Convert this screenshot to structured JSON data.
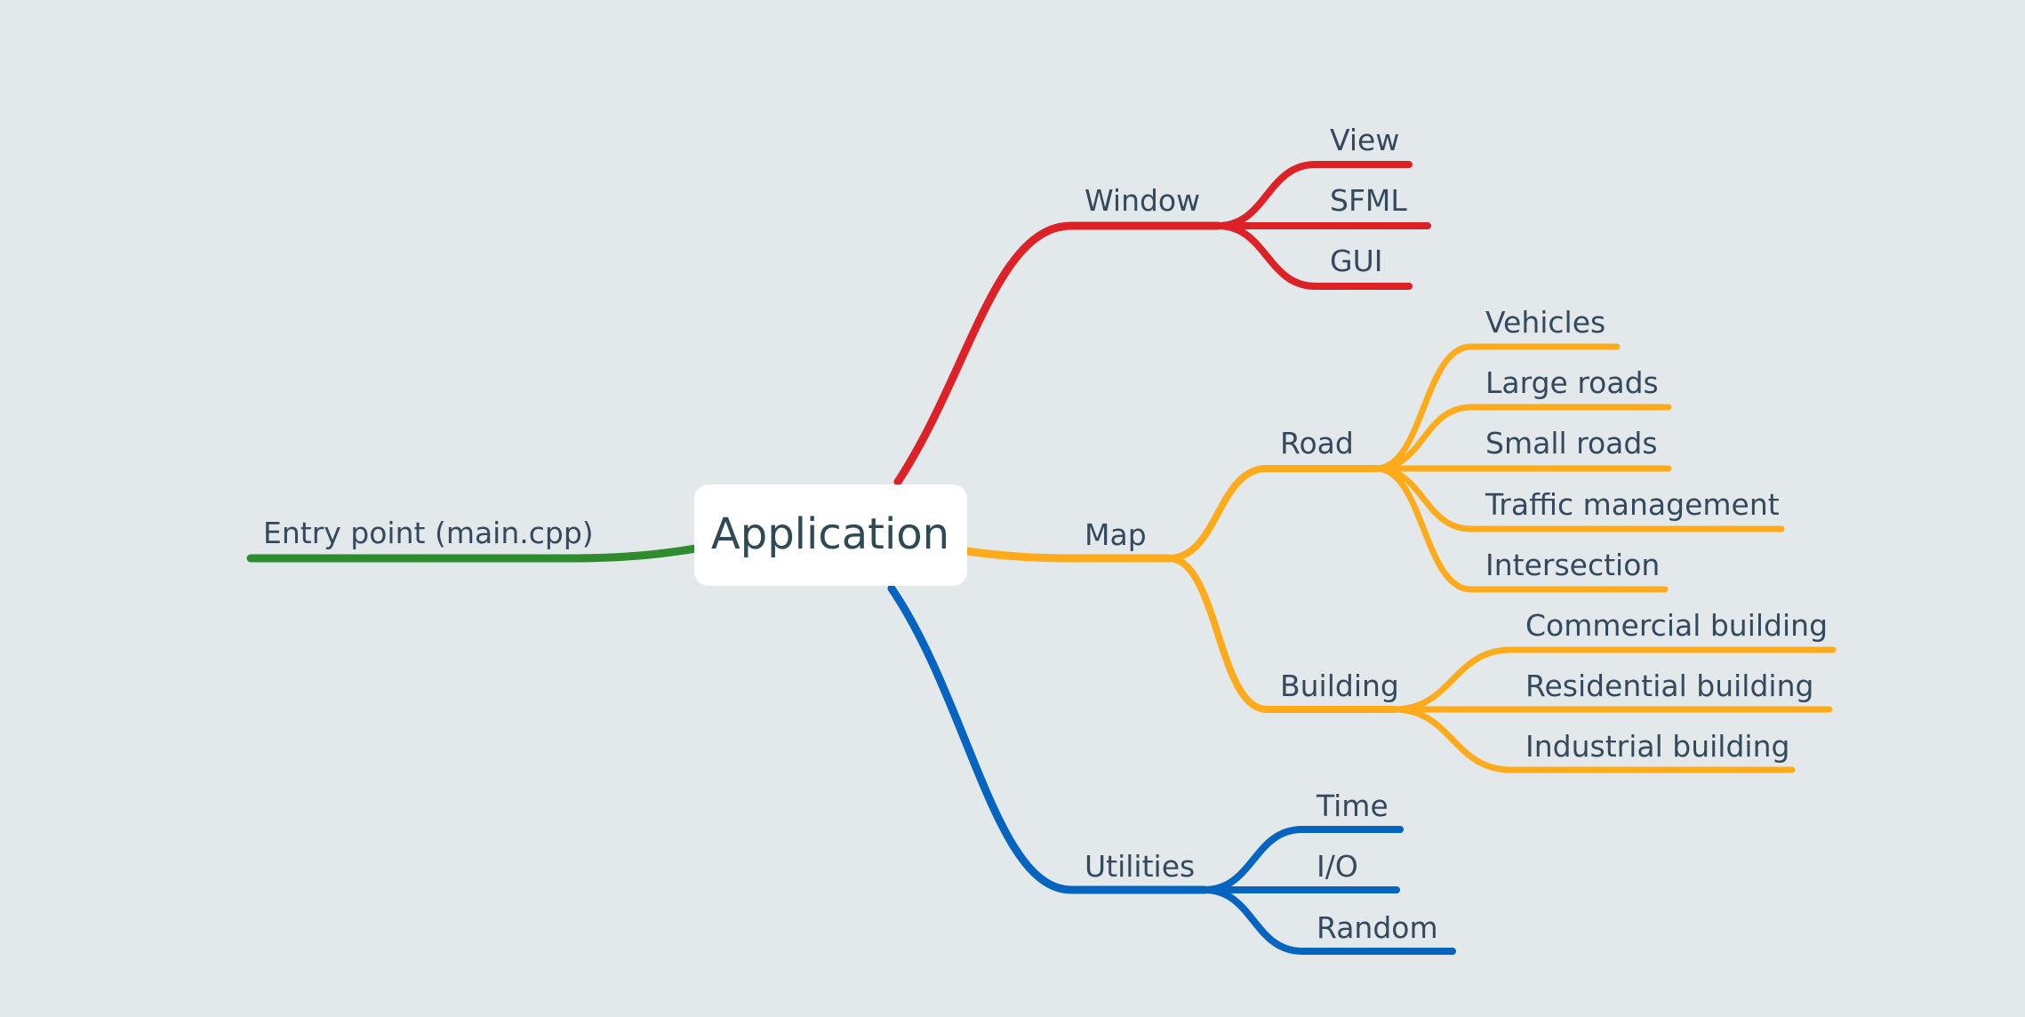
{
  "root": {
    "label": "Application"
  },
  "colors": {
    "background": "#e3e8eb",
    "text": "#34495e",
    "root_text": "#2e4a56",
    "green": "#2e8b2e",
    "red": "#dc2127",
    "orange": "#fdab1a",
    "blue": "#0564c0"
  },
  "left": {
    "label": "Entry point (main.cpp)",
    "color": "green"
  },
  "branches": [
    {
      "label": "Window",
      "color": "red",
      "children": [
        {
          "label": "View"
        },
        {
          "label": "SFML"
        },
        {
          "label": "GUI"
        }
      ]
    },
    {
      "label": "Map",
      "color": "orange",
      "children": [
        {
          "label": "Road",
          "children": [
            {
              "label": "Vehicles"
            },
            {
              "label": "Large roads"
            },
            {
              "label": "Small roads"
            },
            {
              "label": "Traffic management"
            },
            {
              "label": "Intersection"
            }
          ]
        },
        {
          "label": "Building",
          "children": [
            {
              "label": "Commercial building"
            },
            {
              "label": "Residential building"
            },
            {
              "label": "Industrial building"
            }
          ]
        }
      ]
    },
    {
      "label": "Utilities",
      "color": "blue",
      "children": [
        {
          "label": "Time"
        },
        {
          "label": "I/O"
        },
        {
          "label": "Random"
        }
      ]
    }
  ]
}
